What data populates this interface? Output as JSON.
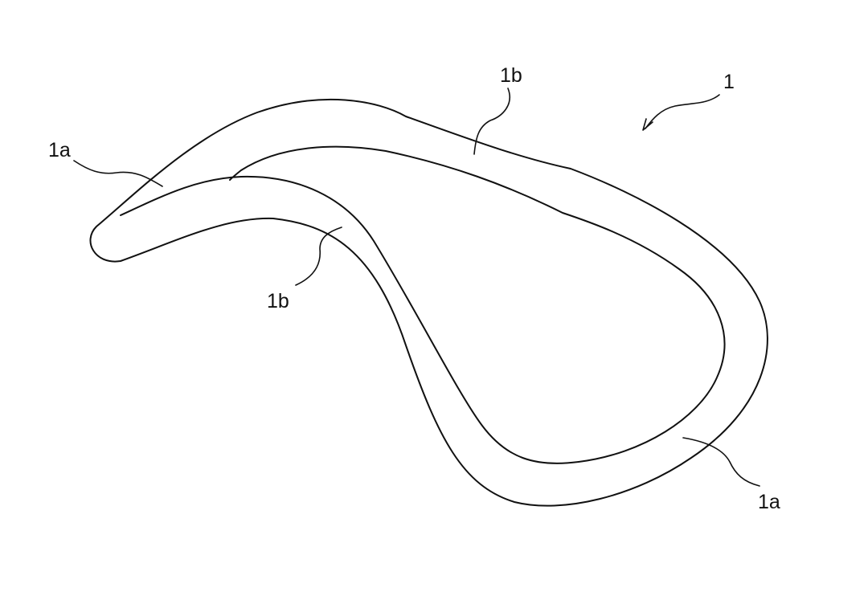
{
  "figure": {
    "reference_numerals": {
      "ring": "1",
      "left_end": "1a",
      "top_band": "1b",
      "inner_band": "1b",
      "right_end": "1a"
    }
  }
}
